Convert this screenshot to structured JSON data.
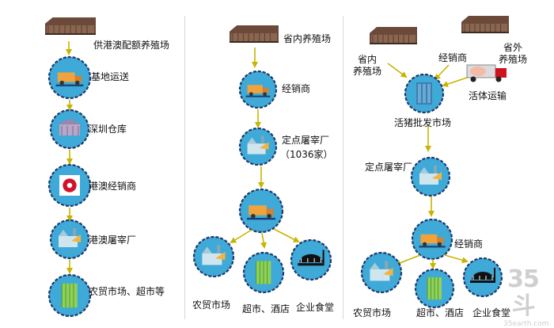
{
  "column1": {
    "farm": "供港澳配额养殖场",
    "transport": "基地运送",
    "warehouse": "深圳仓库",
    "dealer": "港澳经销商",
    "slaughter": "港澳屠宰厂",
    "market": "农贸市场、超市等"
  },
  "column2": {
    "farm": "省内养殖场",
    "dealer": "经销商",
    "slaughter_line1": "定点屠宰厂",
    "slaughter_line2": "（1036家）",
    "outlets": [
      "农贸市场",
      "超市、酒店",
      "企业食堂"
    ]
  },
  "column3": {
    "farm_in_line1": "省内",
    "farm_in_line2": "养殖场",
    "dealer_top": "经销商",
    "farm_out_line1": "省外",
    "farm_out_line2": "养殖场",
    "live_transport": "活体运输",
    "wholesale": "活猪批发市场",
    "slaughter": "定点屠宰厂",
    "dealer": "经销商",
    "outlets": [
      "农贸市场",
      "超市、酒店",
      "企业食堂"
    ]
  },
  "watermark": {
    "big": "35斗",
    "small": "35earth.com"
  },
  "colors": {
    "circle_fill": "#3fa9d8",
    "circle_border": "#1d3a6b",
    "arrow": "#c7b400"
  }
}
